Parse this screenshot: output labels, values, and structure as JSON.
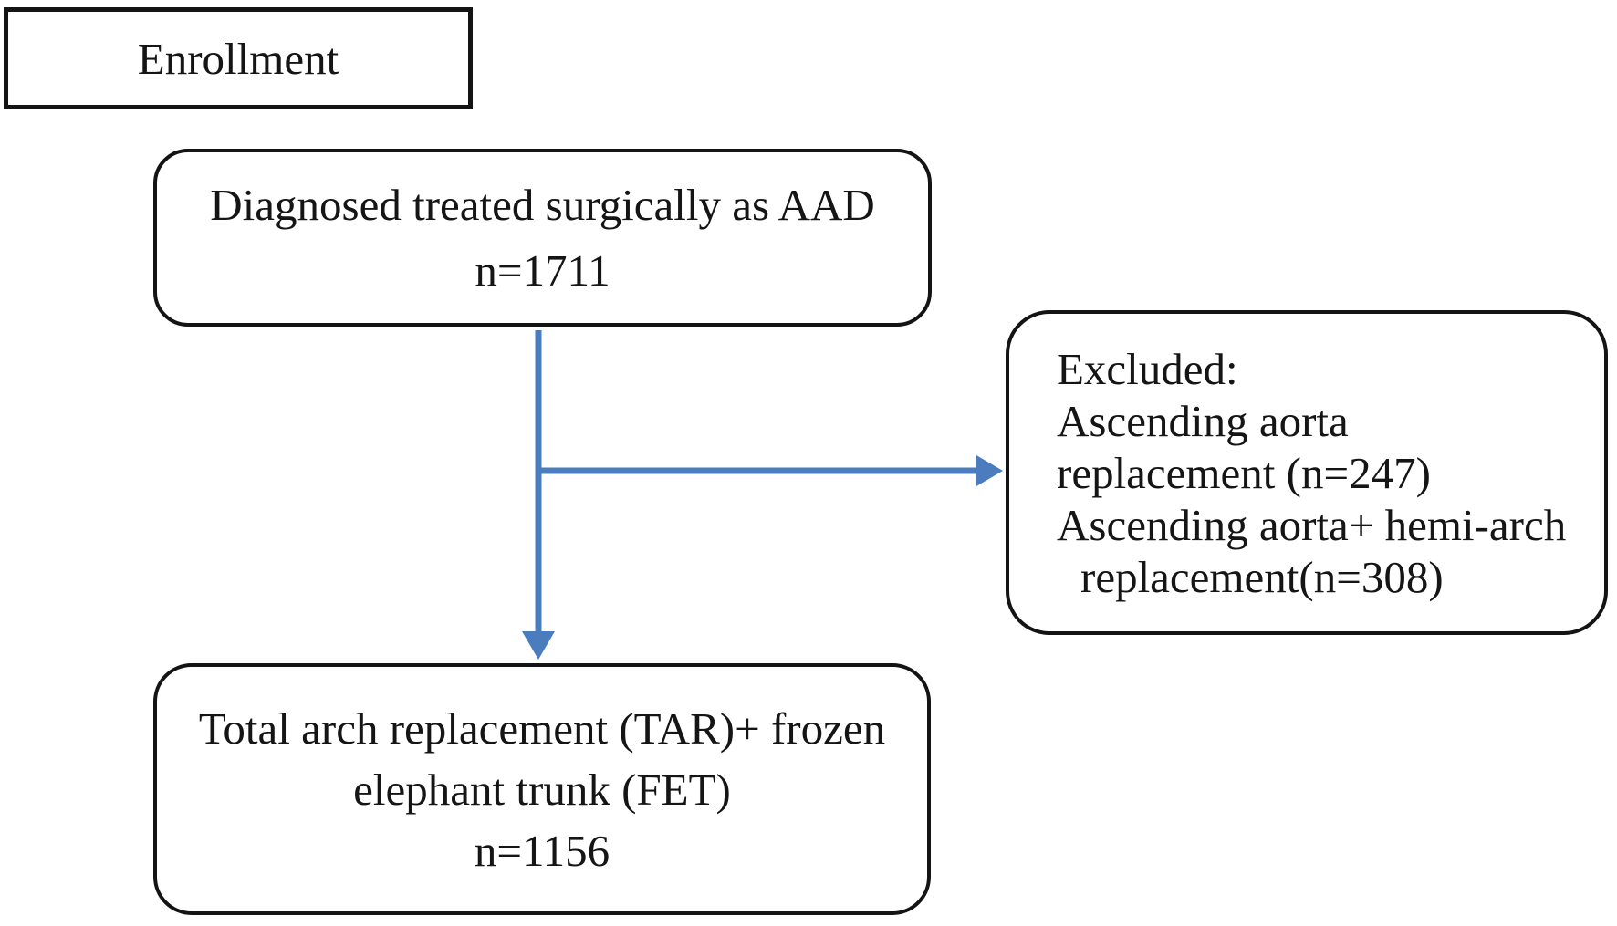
{
  "colors": {
    "arrow": "#4a7cbe",
    "box_border": "#141414",
    "text": "#151515",
    "background": "#ffffff"
  },
  "enrollment": {
    "label": "Enrollment"
  },
  "aad_box": {
    "line1": "Diagnosed treated surgically as AAD",
    "n": "n=1711"
  },
  "excluded_box": {
    "line1": "Excluded:",
    "line2": "Ascending aorta",
    "line3": "replacement (n=247)",
    "line4": "Ascending aorta+ hemi-arch",
    "line5": "replacement(n=308)"
  },
  "tar_fet_box": {
    "line1": "Total arch replacement (TAR)+ frozen",
    "line2": "elephant trunk (FET)",
    "n": "n=1156"
  }
}
